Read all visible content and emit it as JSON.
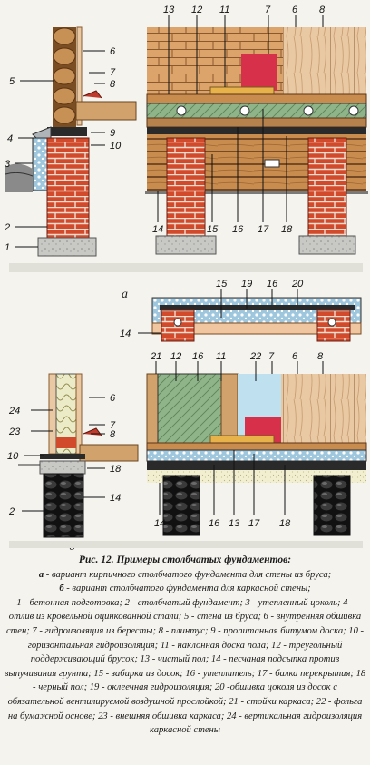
{
  "figure": {
    "labels": {
      "1": "1",
      "2": "2",
      "3": "3",
      "4": "4",
      "5": "5",
      "6": "6",
      "7": "7",
      "8": "8",
      "9": "9",
      "10": "10",
      "11": "11",
      "12": "12",
      "13": "13",
      "14": "14",
      "15": "15",
      "16": "16",
      "17": "17",
      "18": "18",
      "19": "19",
      "20": "20",
      "21": "21",
      "22": "22",
      "23": "23",
      "24": "24"
    },
    "part_a": "а",
    "part_b": "б"
  },
  "caption": {
    "title": "Рис. 12. Примеры столбчатых фундаментов:",
    "line_a_key": "а",
    "line_a_text": " - вариант кирпичного столбчатого фундамента для стены из бруса;",
    "line_b_key": "б",
    "line_b_text": " - вариант столбчатого фундамента для каркасной стены;",
    "legend": "1 - бетонная подготовка; 2 - столбчатый фундамент; 3 - утепленный цоколь; 4 - отлив из кровельной оцинкованной стали; 5 - стена из бруса; 6 - внутренняя обшивка стен; 7 - гидроизоляция из бересты; 8 - плинтус; 9 - пропитанная битумом доска; 10 - горизонтальная гидроизоляция; 11 - наклонная доска пола; 12 - треугольный поддерживающий брусок; 13 - чистый пол; 14 - песчаная подсыпка против выпучивания грунта; 15 - забирка из досок; 16 - утеплитель; 17 - балка перекрытия; 18 - черный пол; 19 - оклеечная гидроизоляция; 20 -обшивка цоколя из досок с обязательной вентилируемой воздушной прослойкой; 21 - стойки каркаса; 22 - фольга на бумажной основе; 23 - внешняя обшивка каркаса; 24 - вертикальная гидроизоляция каркасной стены"
  }
}
